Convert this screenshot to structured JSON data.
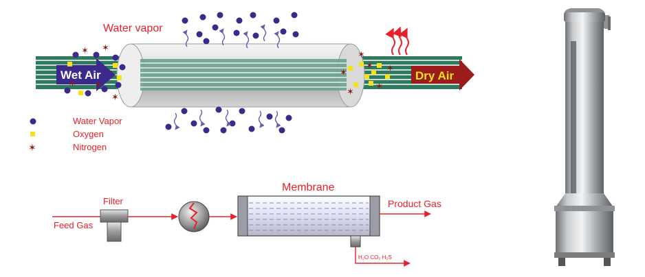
{
  "top_diagram": {
    "water_vapor_label": "Water vapor",
    "wet_air_label": "Wet Air",
    "dry_air_label": "Dry Air"
  },
  "legend": {
    "items": [
      {
        "label": "Water Vapor",
        "symbol": "circle",
        "color": "#3b2a8c"
      },
      {
        "label": "Oxygen",
        "symbol": "square",
        "color": "#f5e21a"
      },
      {
        "label": "Nitrogen",
        "symbol": "star",
        "color": "#8b1a1a"
      }
    ]
  },
  "flow_diagram": {
    "feed_gas_label": "Feed Gas",
    "filter_label": "Filter",
    "membrane_label": "Membrane",
    "product_gas_label": "Product Gas",
    "permeate_label": "H₂O  CO₂  H₂S"
  },
  "colors": {
    "accent_red": "#e8202a",
    "fiber_green": "#2f7a5f",
    "wet_arrow": "#3b2a8c",
    "dry_arrow": "#9c1b1b",
    "vapor_dot": "#3b2a8c",
    "oxygen_square": "#f5e21a",
    "nitrogen_star": "#8b1a1a"
  }
}
